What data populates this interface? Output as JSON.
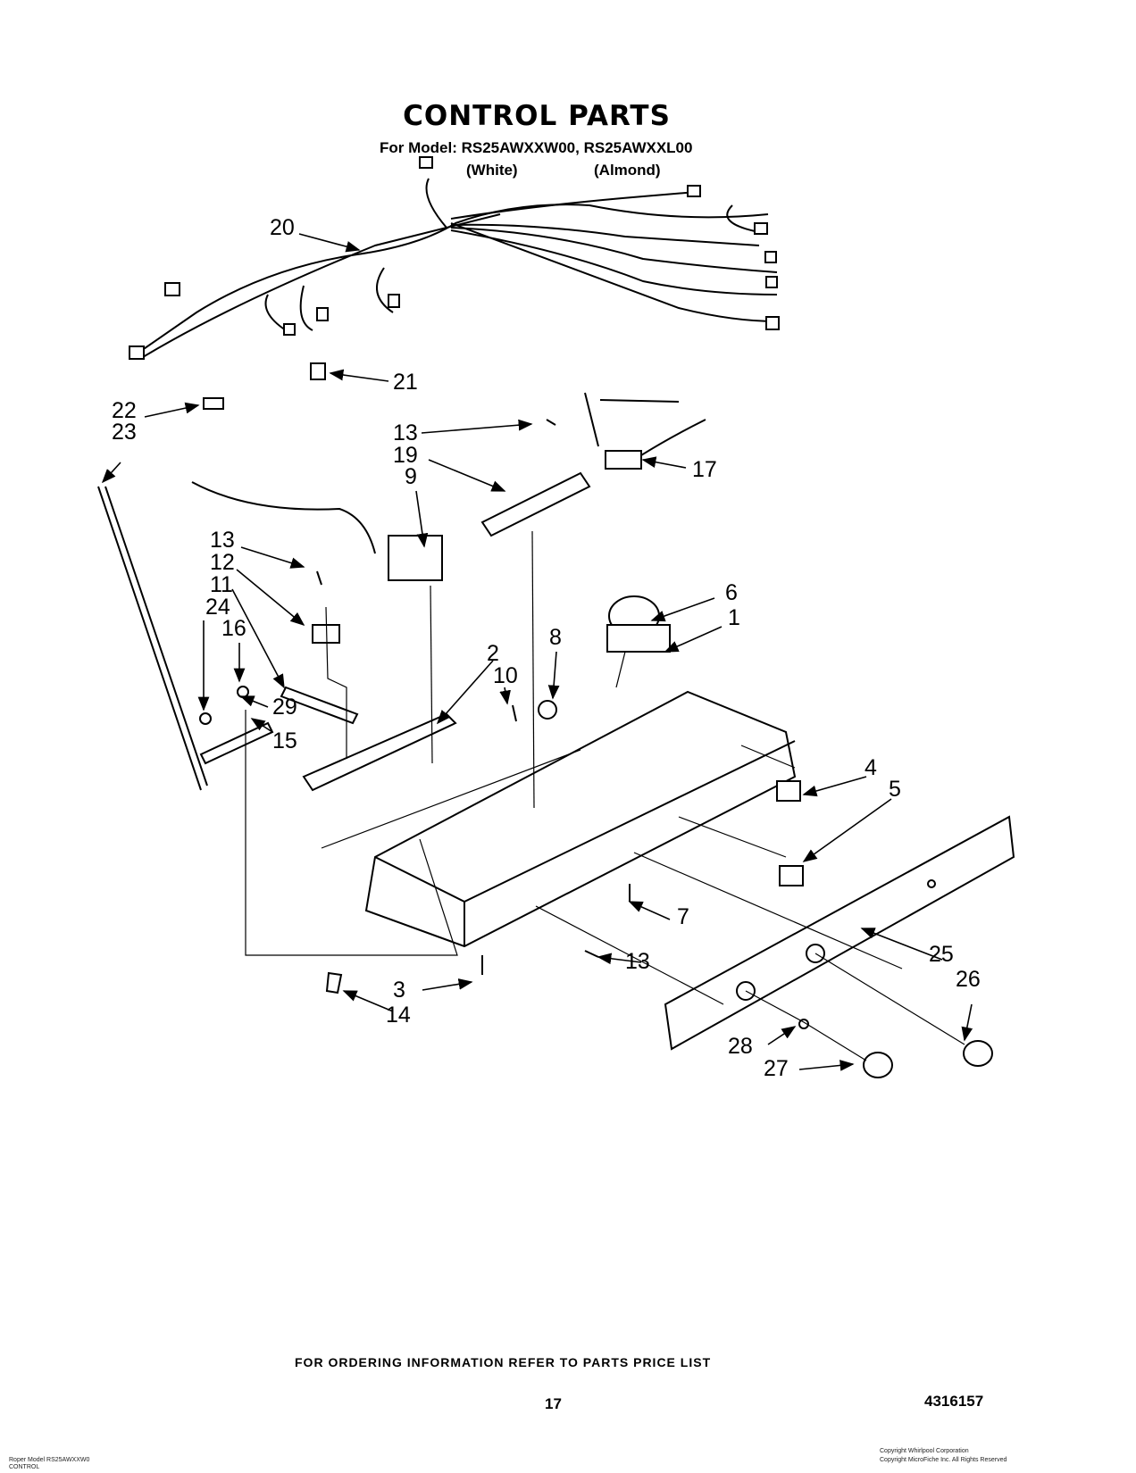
{
  "header": {
    "title": "CONTROL PARTS",
    "model_line": "For Model: RS25AWXXW00, RS25AWXXL00",
    "variant_white": "(White)",
    "variant_almond": "(Almond)"
  },
  "callouts": [
    "20",
    "21",
    "22",
    "23",
    "13",
    "19",
    "17",
    "9",
    "13",
    "12",
    "11",
    "24",
    "16",
    "29",
    "15",
    "2",
    "10",
    "8",
    "6",
    "1",
    "4",
    "5",
    "7",
    "13",
    "3",
    "14",
    "25",
    "26",
    "28",
    "27"
  ],
  "footer": {
    "ordering_note": "FOR ORDERING INFORMATION REFER TO PARTS PRICE LIST",
    "page_number": "17",
    "document_number": "4316157",
    "fine_print_left": "Roper Model RS25AWXXW0 CONTROL",
    "fine_print_right_1": "Copyright Whirlpool Corporation",
    "fine_print_right_2": "Copyright MicroFiche Inc. All Rights Reserved"
  }
}
